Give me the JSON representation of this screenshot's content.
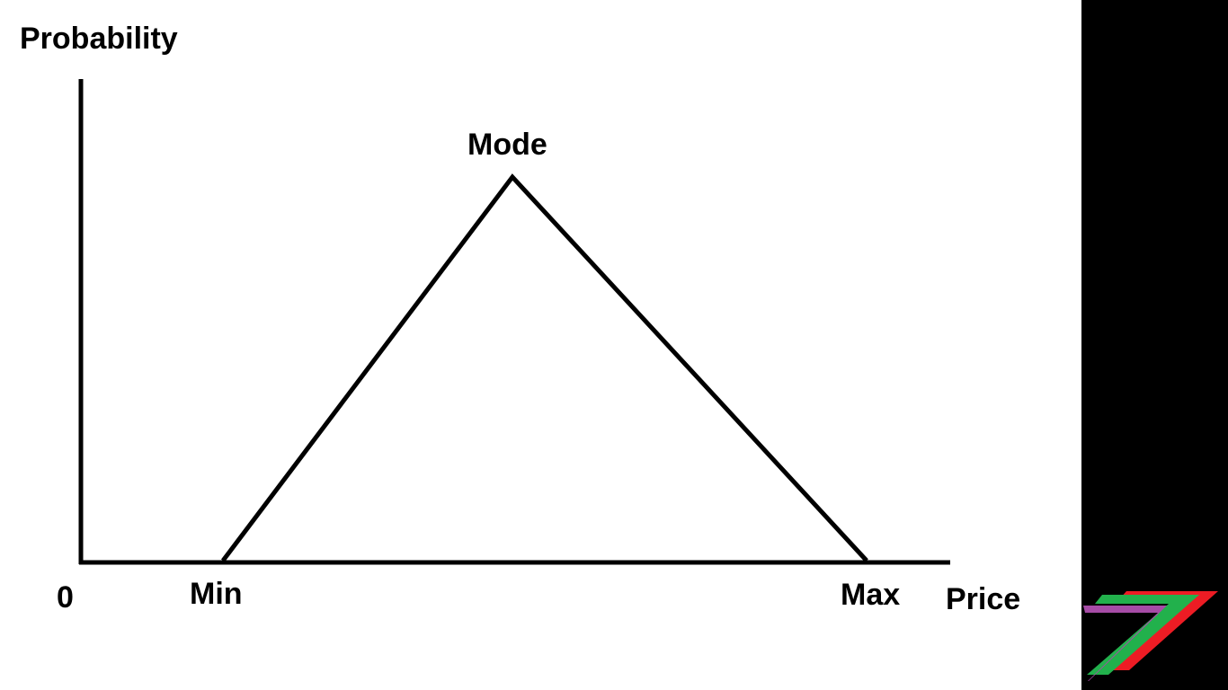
{
  "diagram": {
    "y_axis_label": "Probability",
    "x_axis_label": "Price",
    "origin_label": "0",
    "points": {
      "min": "Min",
      "mode": "Mode",
      "max": "Max"
    },
    "line_color": "#000000"
  },
  "logo": {
    "colors": [
      "#a64ca6",
      "#22b14c",
      "#ed1c24"
    ],
    "background": "#000000"
  }
}
